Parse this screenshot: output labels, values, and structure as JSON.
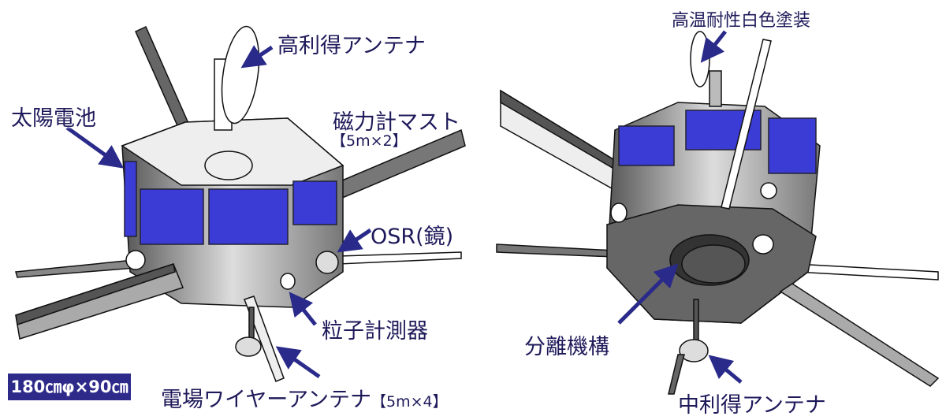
{
  "labels": {
    "high_gain_antenna": "高利得アンテナ",
    "solar_cells": "太陽電池",
    "magnetometer_mast": "磁力計マスト",
    "magnetometer_mast_spec": "【5m×2】",
    "osr": "OSR(鏡)",
    "particle_instrument": "粒子計測器",
    "wire_antenna": "電場ワイヤーアンテナ",
    "wire_antenna_spec": "【5m×4】",
    "dimensions": "180㎝φ×90㎝",
    "white_coating": "高温耐性白色塗装",
    "separation_mechanism": "分離機構",
    "medium_gain_antenna": "中利得アンテナ"
  },
  "colors": {
    "text": "#1e1a5a",
    "arrow": "#2a2a8a",
    "solar": "#3a3ad0",
    "badge": "#2e2a8a"
  }
}
